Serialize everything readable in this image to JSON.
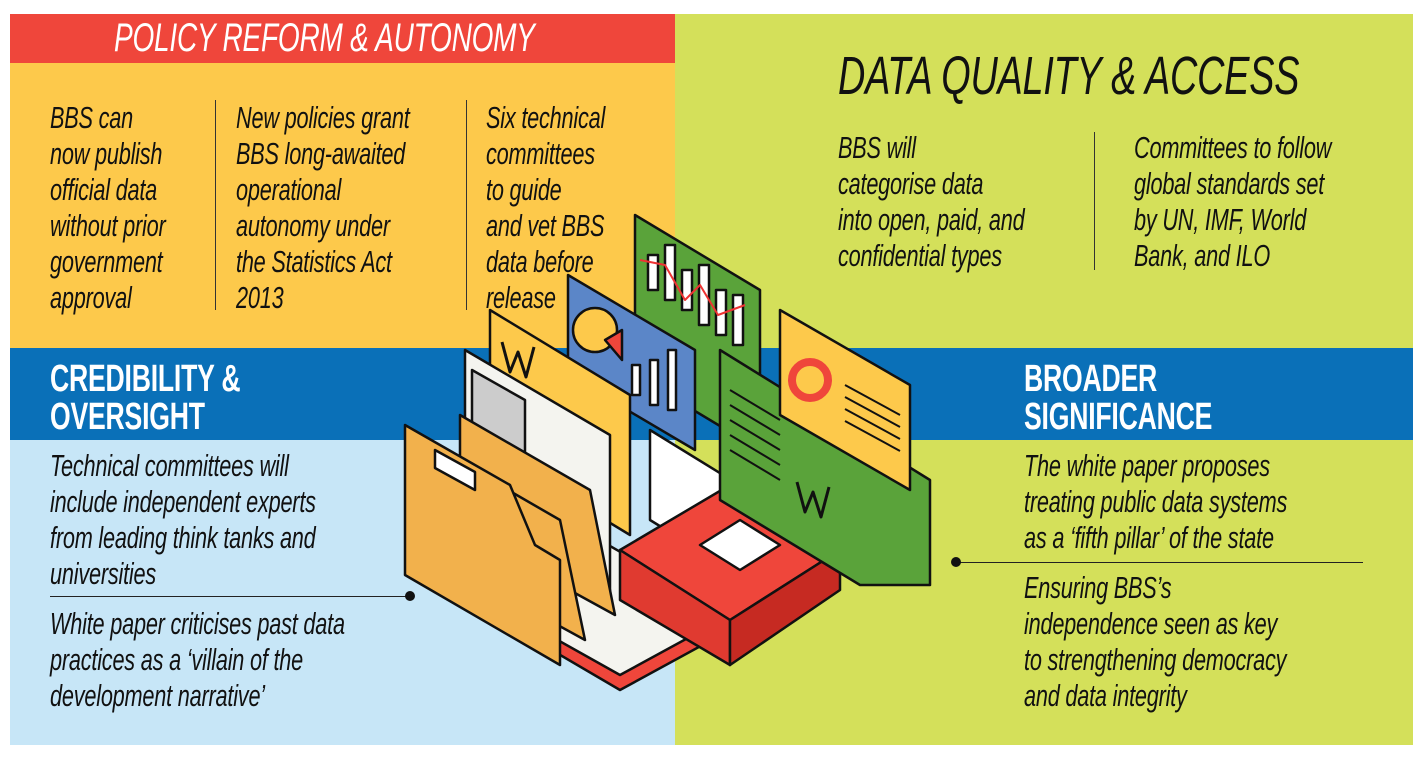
{
  "policy": {
    "title": "POLICY REFORM & AUTONOMY",
    "points": [
      "BBS can\nnow publish\nofficial data\nwithout prior\ngovernment\napproval",
      "New policies grant\nBBS long-awaited\noperational\nautonomy under\nthe Statistics Act\n2013",
      "Six technical\ncommittees\nto guide\nand vet BBS\ndata before\nrelease"
    ]
  },
  "data_quality": {
    "title": "DATA QUALITY & ACCESS",
    "points": [
      "BBS will\ncategorise data\ninto open, paid, and\nconfidential types",
      "Committees to follow\nglobal standards set\nby UN, IMF, World\nBank, and ILO"
    ]
  },
  "credibility": {
    "title": "CREDIBILITY &\nOVERSIGHT",
    "points": [
      "Technical committees will\ninclude independent experts\nfrom leading think tanks and\nuniversities",
      "White paper criticises past data\npractices as a ‘villain of the\ndevelopment narrative’"
    ]
  },
  "significance": {
    "title": "BROADER\nSIGNIFICANCE",
    "points": [
      "The white paper proposes\ntreating public data systems\nas a ‘fifth pillar’ of the state",
      "Ensuring BBS’s\nindependence seen as key\nto strengthening democracy\nand data integrity"
    ]
  },
  "colors": {
    "red": "#ef463b",
    "orange": "#fdc94b",
    "green": "#d4e05a",
    "blue": "#0a70b8",
    "lightblue": "#c7e6f7"
  }
}
